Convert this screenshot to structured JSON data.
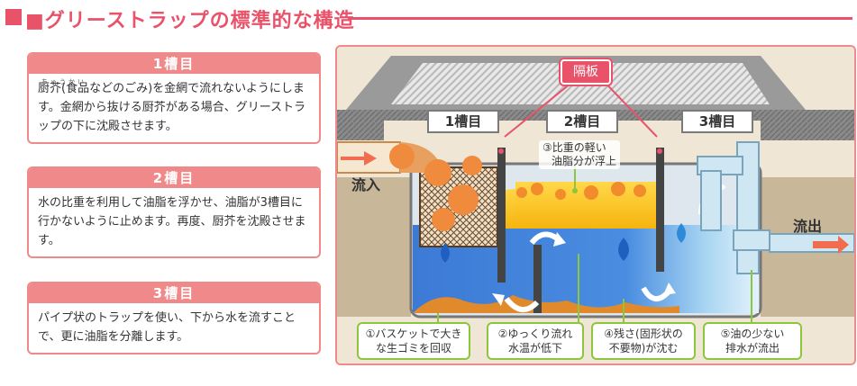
{
  "page_title": "■グリーストラップの標準的な構造",
  "cards": [
    {
      "heading": "1槽目",
      "ruby": "ちゅうかい",
      "body": "厨芥(食品などのごみ)を金網で流れないようにします。金網から抜ける厨芥がある場合、グリーストラップの下に沈殿させます。"
    },
    {
      "heading": "2槽目",
      "body": "水の比重を利用して油脂を浮かせ、油脂が3槽目に行かないように止めます。再度、厨芥を沈殿させます。"
    },
    {
      "heading": "3槽目",
      "body": "パイプ状のトラップを使い、下から水を流すことで、更に油脂を分離します。"
    }
  ],
  "diagram": {
    "partition_label": "隔板",
    "tanks": [
      "1槽目",
      "2槽目",
      "3槽目"
    ],
    "inflow": "流入",
    "outflow": "流出",
    "float_note": [
      "③比重の軽い",
      "油脂分が浮上"
    ],
    "callouts": [
      [
        "①バスケットで大き",
        "な生ゴミを回収"
      ],
      [
        "②ゆっくり流れ",
        "水温が低下"
      ],
      [
        "④残さ(固形状の",
        "不要物)が沈む"
      ],
      [
        "⑤油の少ない",
        "排水が流出"
      ]
    ]
  },
  "colors": {
    "accent": "#e8536a",
    "card": "#f08a8a",
    "callout_border": "#8cc63f",
    "water": "#3a7fd0",
    "oil": "#f7c21a"
  }
}
